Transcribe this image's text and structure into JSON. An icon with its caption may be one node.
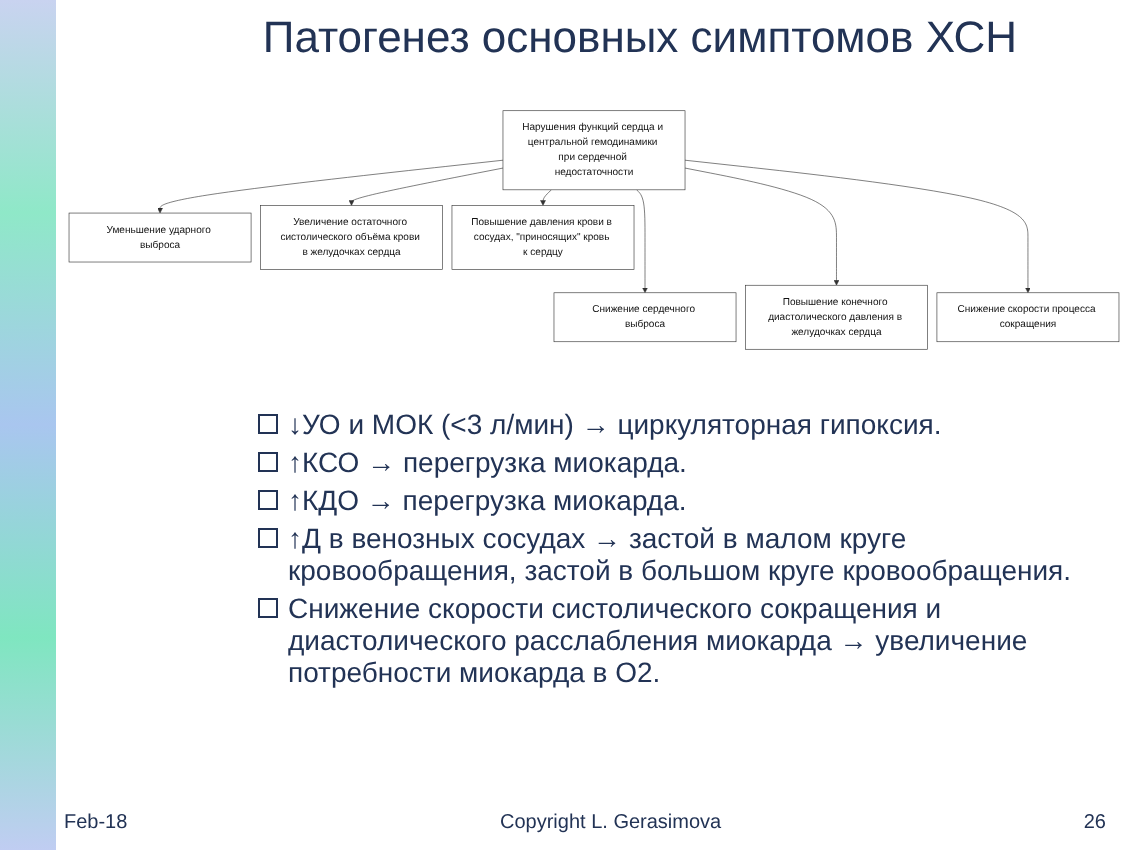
{
  "diagram": {
    "title": "Патогенез основных симптомов ХСН",
    "nodes": [
      {
        "text": [
          "Нарушения функций сердца и центральной гемодинамики при сердечной недостаточности"
        ]
      },
      {
        "text": [
          "Уменьшение ударного выброса"
        ]
      },
      {
        "text": [
          "Увеличение остаточного систолического объёма крови в желудочках сердца"
        ]
      },
      {
        "text": [
          "Повышение давления крови в сосудах, \"приносящих\" кровь к сердцу"
        ]
      },
      {
        "text": [
          "Снижение сердечного выброса"
        ]
      },
      {
        "text": [
          "Повышение конечного диастолического давления в желудочках сердца"
        ]
      },
      {
        "text": [
          "Снижение скорости процесса сокращения"
        ]
      }
    ],
    "edges": [
      {
        "from": 0,
        "to": 1,
        "arrow": "to"
      },
      {
        "from": 0,
        "to": 2,
        "arrow": "to"
      },
      {
        "from": 0,
        "to": 3,
        "arrow": "to"
      },
      {
        "from": 0,
        "to": 4,
        "arrow": "to"
      },
      {
        "from": 0,
        "to": 5,
        "arrow": "to"
      },
      {
        "from": 0,
        "to": 6,
        "arrow": "to"
      }
    ],
    "labels": [
      "↓УО и МОК (<3 л/мин) → циркуляторная гипоксия.",
      "↑КСО → перегрузка миокарда.",
      "↑КДО → перегрузка миокарда.",
      "↑Д в венозных сосудах → застой в малом круге кровообращения, застой в большом круге кровообращения.",
      "Снижение скорости систолического сокращения и диастолического расслабления миокарда → увеличение потребности миокарда в О2.",
      "Feb-18",
      "Copyright L. Gerasimova",
      "26"
    ]
  }
}
